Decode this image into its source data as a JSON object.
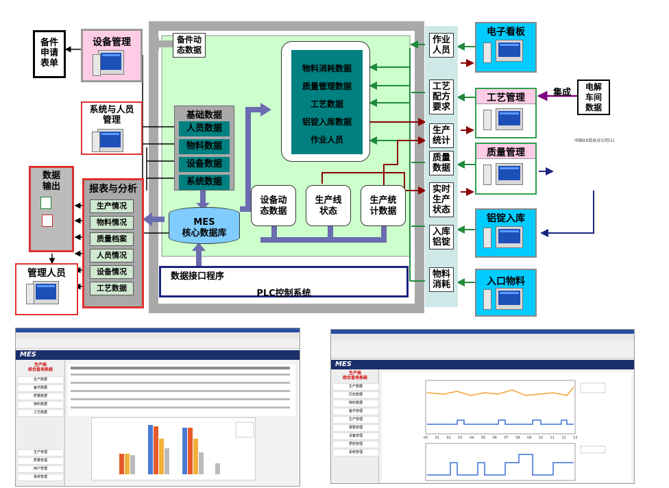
{
  "diagram": {
    "spare_request": "备件\n申请\n表单",
    "equipment_mgmt": "设备管理",
    "system_personnel": "系统与人员\n管理",
    "data_output": "数据\n输出",
    "manager": "管理人员",
    "reports": {
      "title": "报表与分析",
      "items": [
        "生产情况",
        "物料情况",
        "质量档案",
        "人员情况",
        "设备情况",
        "工艺数据"
      ]
    },
    "spare_dynamic": "备件动\n态数据",
    "base_data": {
      "title": "基础数据",
      "items": [
        "人员数据",
        "物料数据",
        "设备数据",
        "系统数据"
      ]
    },
    "core_db": "MES\n核心数据库",
    "center_items": [
      "物料消耗数据",
      "质量管理数据",
      "工艺数据",
      "铝锭入库数据",
      "作业人员"
    ],
    "equip_status": "设备动\n态数据",
    "line_status": "生产线\n状态",
    "prod_stats": "生产统\n计数据",
    "data_interface": "数据接口程序",
    "plc": "PLC控制系统",
    "mid_col": [
      "作业\n人员",
      "工艺\n配方\n要求",
      "生产\n统计",
      "质量\n数据",
      "实时\n生产\n状态",
      "入库\n铝锭",
      "物料\n消耗"
    ],
    "right": {
      "e_board": "电子看板",
      "process_mgmt": "工艺管理",
      "quality_mgmt": "质量管理",
      "ingot_in": "铝锭入库",
      "material_in": "入口物料"
    },
    "integration": "集成",
    "electrolysis": "电解\n车间\n数据",
    "label_company": "中国XX铝业分公司(1)"
  },
  "shot1": {
    "app": "MES",
    "side_title": "生产局\n综合查询系统",
    "nav": [
      "生产数据",
      "备件数据",
      "质量数据",
      "物料数据",
      "工艺数据",
      "生产管理",
      "质量管理",
      "用户管理",
      "系统管理"
    ]
  },
  "shot2": {
    "app": "MES",
    "side_title": "生产局\n综合查询系统",
    "nav": [
      "生产数据",
      "历史数据",
      "物料数据",
      "备件管理",
      "生产管理",
      "报警管理",
      "设备管理",
      "质检管理",
      "系统管理"
    ],
    "x_ticks": [
      "00",
      "01",
      "02",
      "03",
      "04",
      "05",
      "06",
      "07",
      "08",
      "09",
      "10",
      "11",
      "12",
      "13"
    ]
  },
  "colors": {
    "panel_gray": "#a9a9a9",
    "light_green": "#ccffcc",
    "pink": "#ffcce6",
    "cyan": "#00ccff",
    "arrow_blue": "#6b6bb0",
    "dark_red": "#8b0000",
    "navy": "#1a237e"
  }
}
